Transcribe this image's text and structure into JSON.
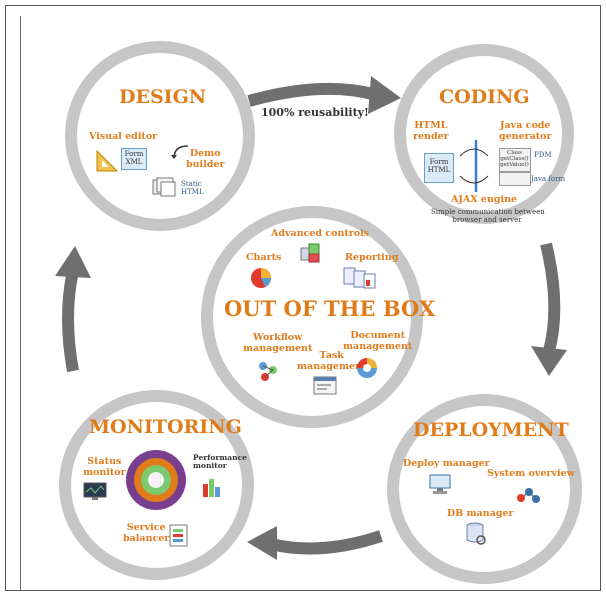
{
  "reuse_label": "100% reusability!",
  "design": {
    "title": "DESIGN",
    "visual_editor": "Visual editor",
    "form_xml": "Form\nXML",
    "demo_builder": "Demo\nbuilder",
    "static_html": "Static\nHTML"
  },
  "coding": {
    "title": "CODING",
    "html_render": "HTML\nrender",
    "java_code_generator": "Java code\ngenerator",
    "form_html": "Form\nHTML",
    "class_code": "Class\ngetClass()\ngetValue()",
    "pdm": "PDM",
    "java_form": "Java form",
    "ajax_engine": "AJAX engine",
    "ajax_desc": "Simple communication between\nbrowser and server"
  },
  "center": {
    "title": "OUT OF THE BOX",
    "advanced_controls": "Advanced controls",
    "charts": "Charts",
    "reporting": "Reporting",
    "workflow": "Workflow\nmanagement",
    "task": "Task\nmanagement",
    "document": "Document\nmanagement"
  },
  "monitoring": {
    "title": "MONITORING",
    "status_monitor": "Status\nmonitor",
    "performance_monitor": "Performance\nmonitor",
    "service_balancer": "Service\nbalancer"
  },
  "deployment": {
    "title": "DEPLOYMENT",
    "deploy_manager": "Deploy manager",
    "system_overview": "System overview",
    "db_manager": "DB manager"
  },
  "colors": {
    "accent": "#e07b1a",
    "ring": "#c6c6c6",
    "arrow": "#6f6f6f"
  }
}
